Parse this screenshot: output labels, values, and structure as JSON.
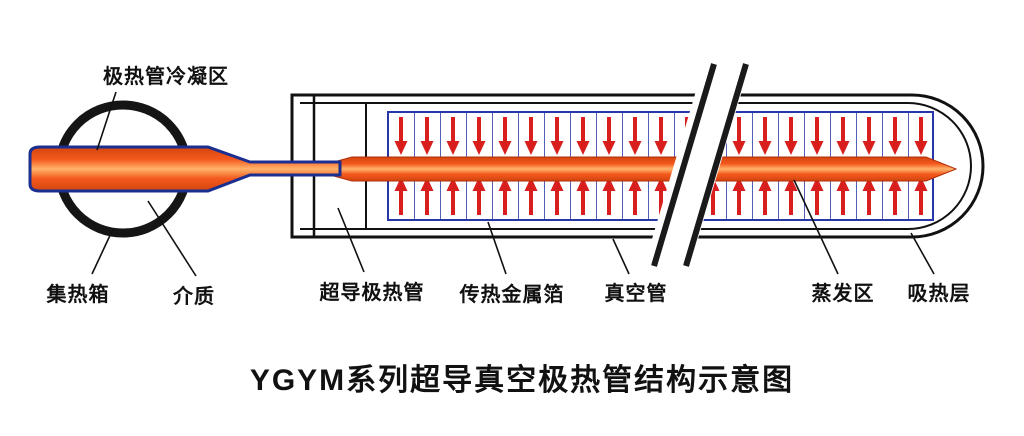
{
  "labels": {
    "condensation_zone": "极热管冷凝区",
    "collector_box": "集热箱",
    "medium": "介质",
    "superconducting_heat_pipe": "超导极热管",
    "heat_transfer_foil": "传热金属箔",
    "vacuum_tube": "真空管",
    "evaporation_zone": "蒸发区",
    "heat_absorbing_layer": "吸热层"
  },
  "caption": "YGYM系列超导真空极热管结构示意图",
  "colors": {
    "core_orange": "#f4581c",
    "core_highlight": "#ffb36b",
    "core_edge": "#d2450f",
    "outline_blue": "#1a2f8f",
    "arrow_red": "#d91e1e",
    "foil_blue": "#2736a8",
    "line_black": "#111111"
  }
}
